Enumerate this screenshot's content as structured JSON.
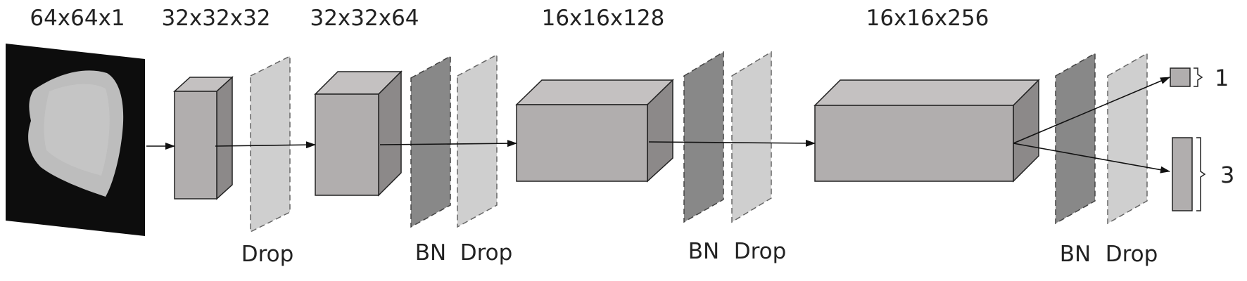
{
  "diagram": {
    "input_image": {
      "label": "64x64x1"
    },
    "blocks": [
      {
        "id": "conv1",
        "dims": "32x32x32"
      },
      {
        "id": "conv2",
        "dims": "32x32x64"
      },
      {
        "id": "conv3",
        "dims": "16x16x128"
      },
      {
        "id": "conv4",
        "dims": "16x16x256"
      }
    ],
    "layer_labels": {
      "drop": "Drop",
      "bn": "BN"
    },
    "outputs": [
      {
        "id": "out-1",
        "label": "1"
      },
      {
        "id": "out-3",
        "label": "3"
      }
    ],
    "colors": {
      "block_front": "#b1aeae",
      "block_top": "#c4c1c1",
      "block_side": "#8c8989",
      "bn_layer": "#888888",
      "dropout_layer": "#cfcfcf",
      "image_bg": "#0d0d0d",
      "image_blob": "#bdbdbd",
      "arrow": "#111111"
    }
  }
}
